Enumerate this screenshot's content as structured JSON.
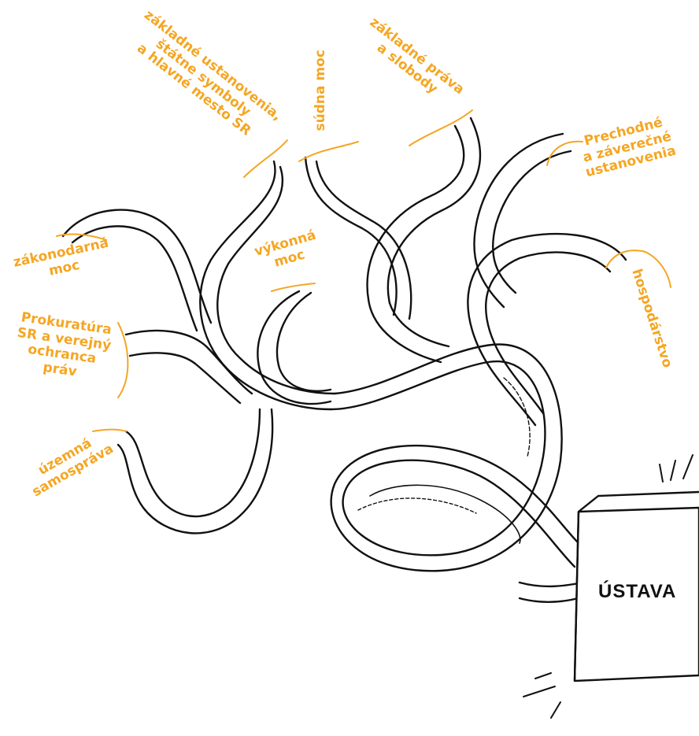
{
  "colors": {
    "label": "#f5a623",
    "ink": "#111111",
    "background": "#ffffff"
  },
  "book": {
    "title": "ÚSTAVA"
  },
  "labels": {
    "zakladne_ustanovenia": [
      "základné ustanovenia,",
      "štátne symboly",
      "a hlavné mesto SR"
    ],
    "sudna_moc": [
      "súdna moc"
    ],
    "zakladne_prava": [
      "základné práva",
      "a slobody"
    ],
    "prechodne": [
      "Prechodné",
      "a záverečné",
      "ustanovenia"
    ],
    "zakonodarna_moc": [
      "zákonodarná",
      "moc"
    ],
    "vykonna_moc": [
      "výkonná",
      "moc"
    ],
    "prokuratura": [
      "Prokuratúra",
      "SR a verejný",
      "ochranca",
      "práv"
    ],
    "hospodarstvo": [
      "hospodárstvo"
    ],
    "uzemna_samosprava": [
      "územná",
      "samospráva"
    ]
  }
}
